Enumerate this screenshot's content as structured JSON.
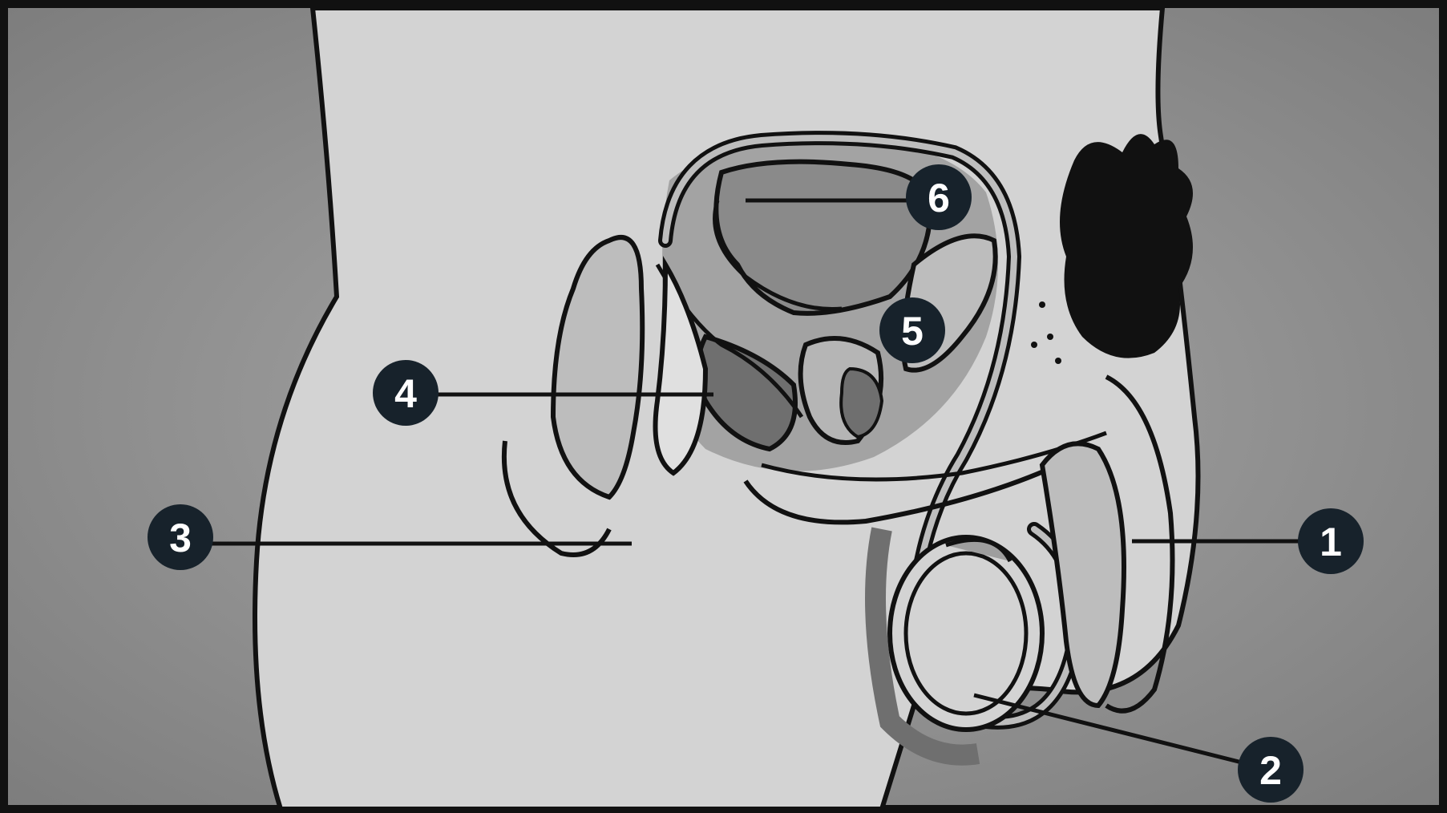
{
  "diagram": {
    "labels": [
      {
        "id": "1",
        "text": "1"
      },
      {
        "id": "2",
        "text": "2"
      },
      {
        "id": "3",
        "text": "3"
      },
      {
        "id": "4",
        "text": "4"
      },
      {
        "id": "5",
        "text": "5"
      },
      {
        "id": "6",
        "text": "6"
      }
    ]
  },
  "colors": {
    "background": "#8c8c8c",
    "body": "#d3d3d3",
    "mid": "#a3a3a3",
    "dark": "#6f6f6f",
    "outline": "#111111",
    "marker": "#17222b"
  }
}
